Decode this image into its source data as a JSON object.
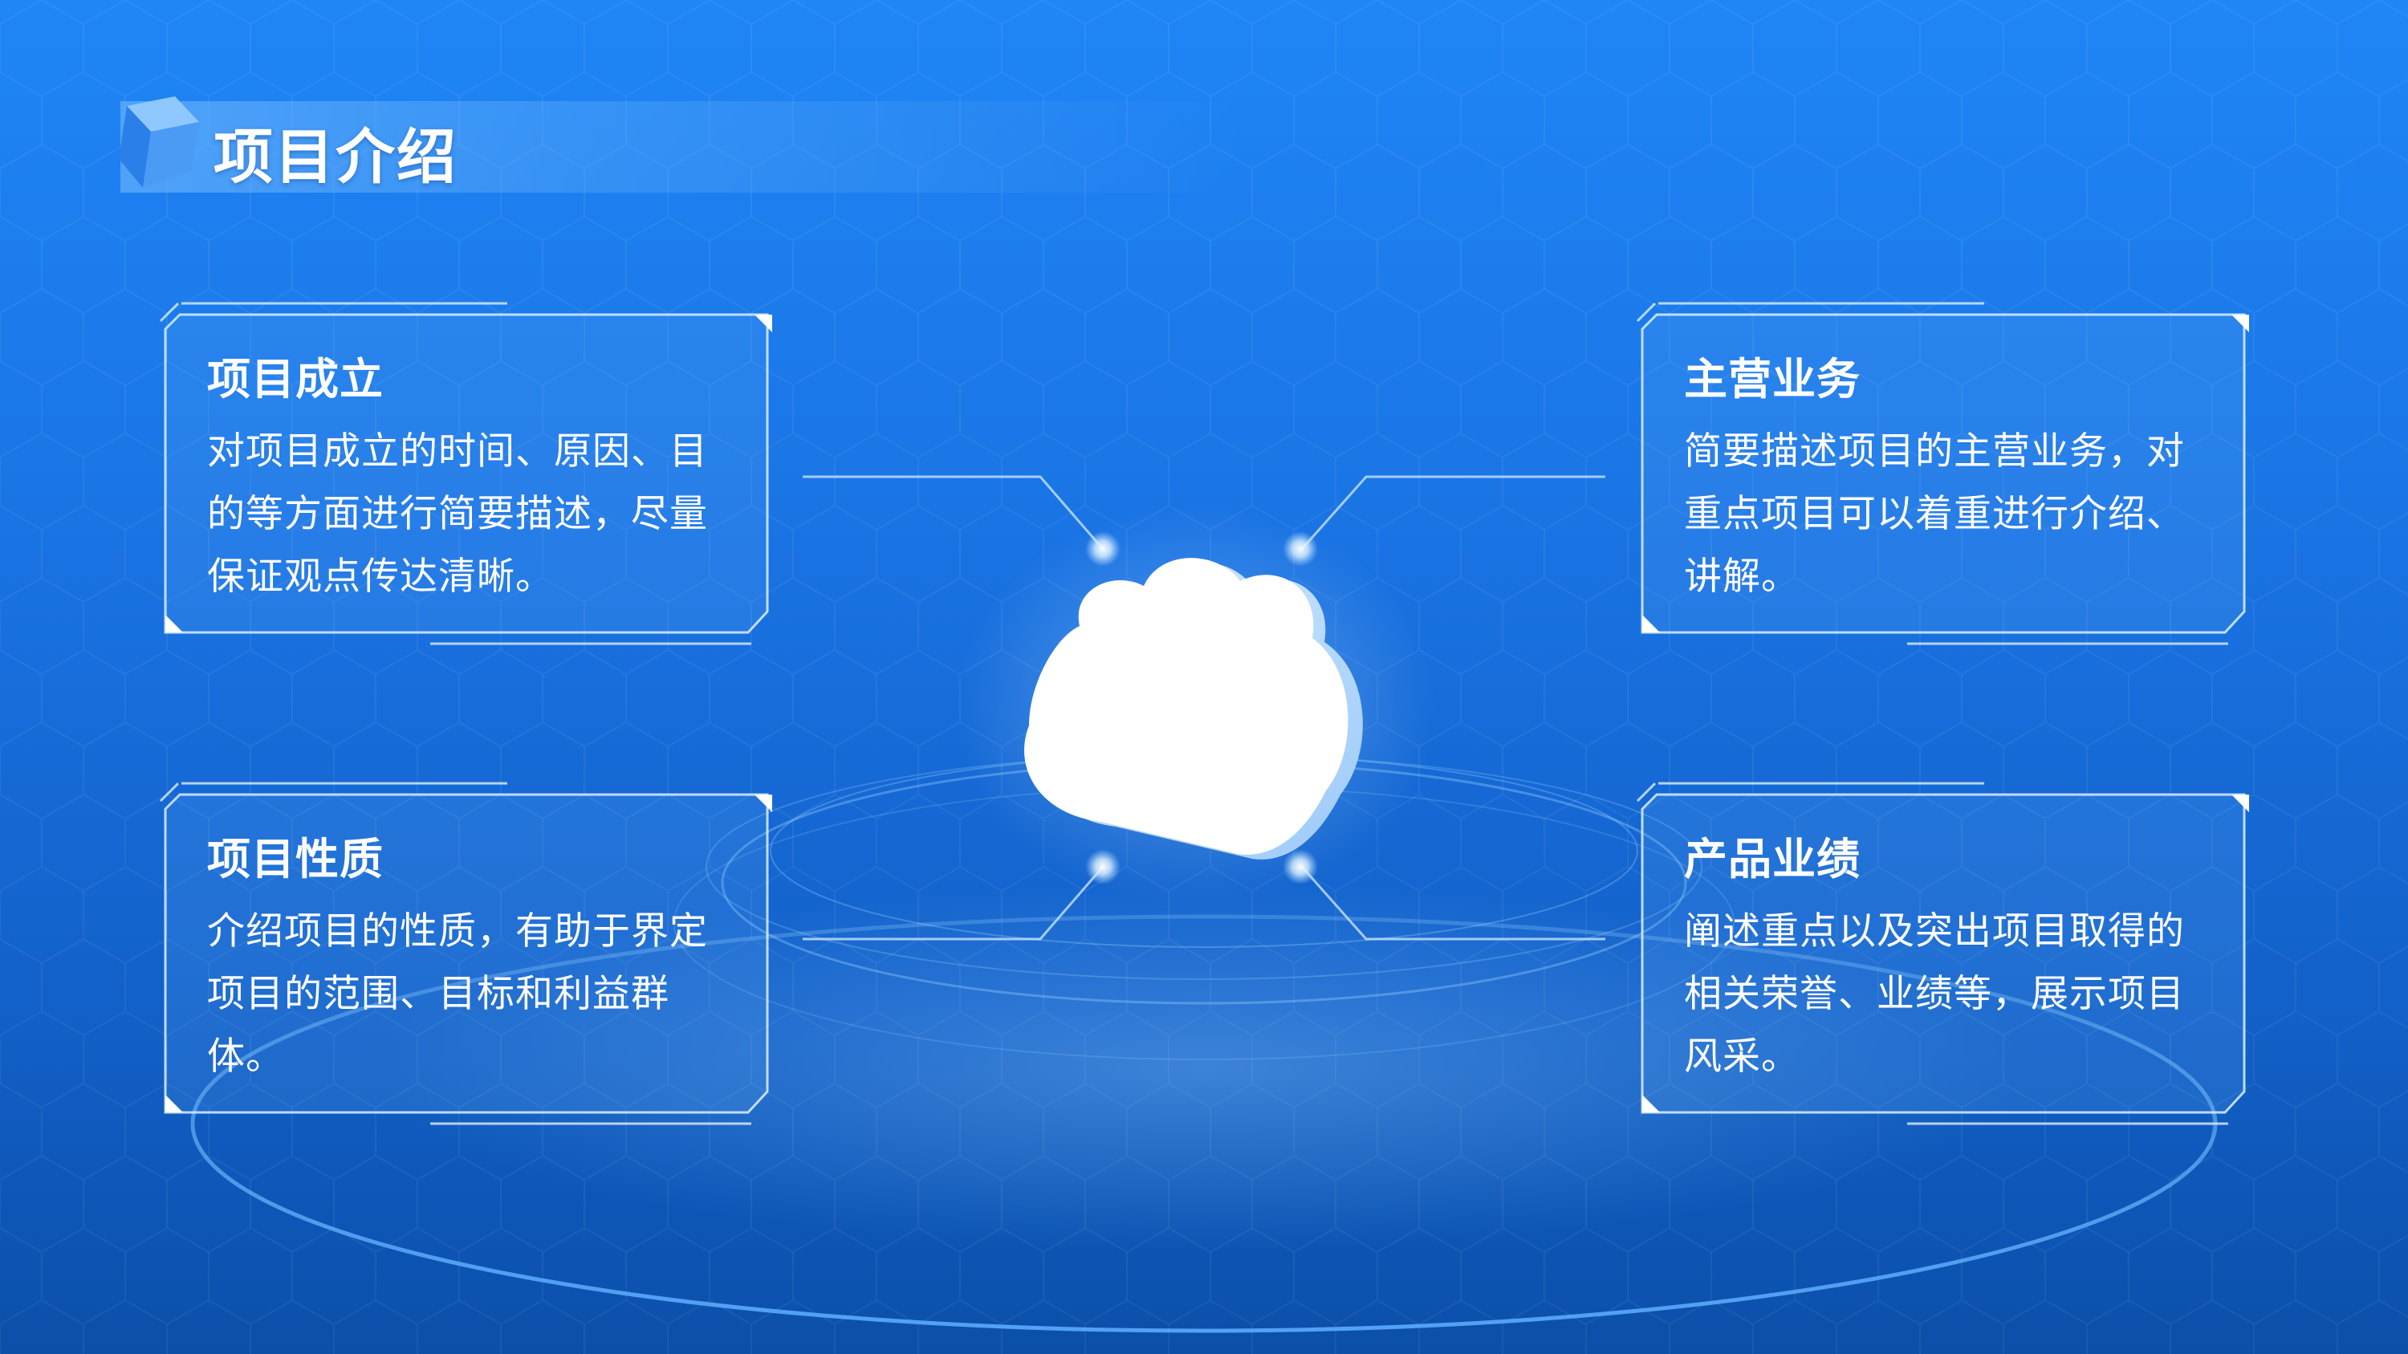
{
  "page": {
    "title": "项目介绍"
  },
  "cards": {
    "top_left": {
      "title": "项目成立",
      "body": "对项目成立的时间、原因、目的等方面进行简要描述，尽量保证观点传达清晰。"
    },
    "top_right": {
      "title": "主营业务",
      "body": "简要描述项目的主营业务，对重点项目可以着重进行介绍、讲解。"
    },
    "bottom_left": {
      "title": "项目性质",
      "body": "介绍项目的性质，有助于界定项目的范围、目标和利益群体。"
    },
    "bottom_right": {
      "title": "产品业绩",
      "body": "阐述重点以及突出项目取得的相关荣誉、业绩等，展示项目风采。"
    }
  },
  "icons": [
    "header-cube-icon",
    "cloud-icon"
  ],
  "colors": {
    "background_top": "#1f86f6",
    "background_bottom": "#0b4fa9",
    "text": "#ffffff",
    "card_border": "#cfe6ff"
  }
}
